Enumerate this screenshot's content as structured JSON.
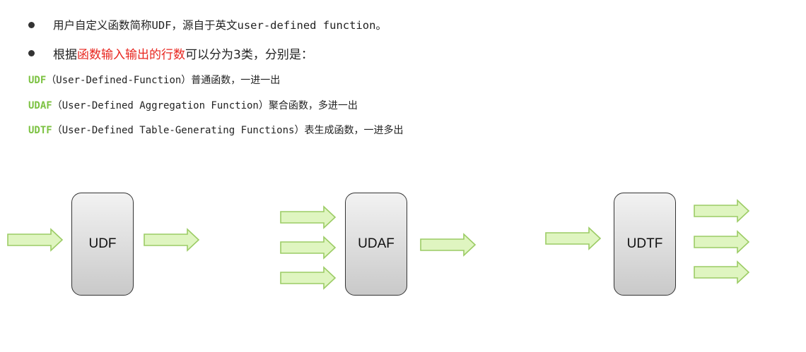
{
  "intro": {
    "line1": "用户自定义函数简称UDF，源自于英文user-defined function。",
    "line2_prefix": "根据",
    "line2_highlight": "函数输入输出的行数",
    "line2_suffix": "可以分为3类，分别是："
  },
  "types": [
    {
      "name": "UDF",
      "desc": "（User-Defined-Function）普通函数，一进一出"
    },
    {
      "name": "UDAF",
      "desc": "（User-Defined Aggregation Function）聚合函数，多进一出"
    },
    {
      "name": "UDTF",
      "desc": "（User-Defined Table-Generating Functions）表生成函数，一进多出"
    }
  ],
  "diagram": {
    "udf_label": "UDF",
    "udaf_label": "UDAF",
    "udtf_label": "UDTF"
  },
  "colors": {
    "type_name": "#7cc242",
    "highlight": "#e8261f",
    "arrow_fill": "#dff5c0",
    "arrow_stroke": "#9ccc65"
  }
}
